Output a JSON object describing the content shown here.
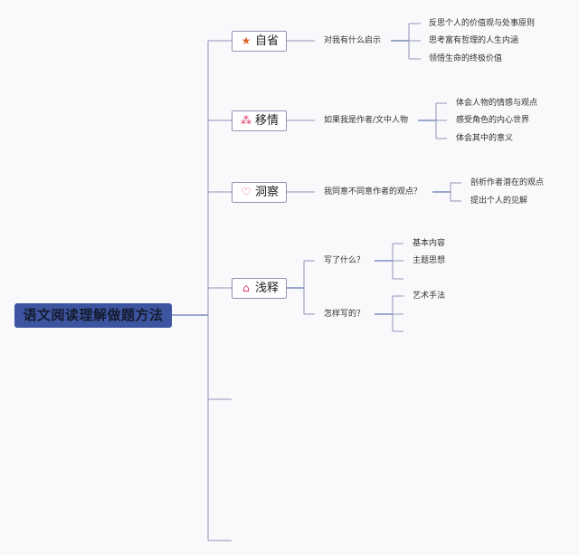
{
  "root": {
    "label": "语文阅读理解做题方法",
    "color": "#3d55a0"
  },
  "branches": [
    {
      "label": "自省",
      "icon": "star-icon",
      "icon_color": "#e0662e",
      "question": "对我有什么启示",
      "items": [
        "反思个人的价值观与处事原则",
        "思考富有哲理的人生内涵",
        "领悟生命的终极价值"
      ]
    },
    {
      "label": "移情",
      "icon": "magic-wand-icon",
      "icon_color": "#d6365e",
      "question": "如果我是作者/文中人物",
      "items": [
        "体会人物的情感与观点",
        "感受角色的内心世界",
        "体会其中的意义"
      ]
    },
    {
      "label": "洞察",
      "icon": "heart-icon",
      "icon_color": "#d6365e",
      "question": "我同意不同意作者的观点？",
      "items": [
        "剖析作者潜在的观点",
        "提出个人的见解"
      ]
    },
    {
      "label": "浅释",
      "icon": "home-icon",
      "icon_color": "#d6365e",
      "questions": [
        {
          "label": "写了什么？",
          "items": [
            "基本内容",
            "主题思想",
            ""
          ]
        },
        {
          "label": "怎样写的？",
          "items": [
            "艺术手法",
            "",
            ""
          ]
        }
      ]
    },
    {
      "label": "",
      "empty": true
    },
    {
      "label": "",
      "empty": true
    }
  ],
  "line_color": "#8f93b6"
}
